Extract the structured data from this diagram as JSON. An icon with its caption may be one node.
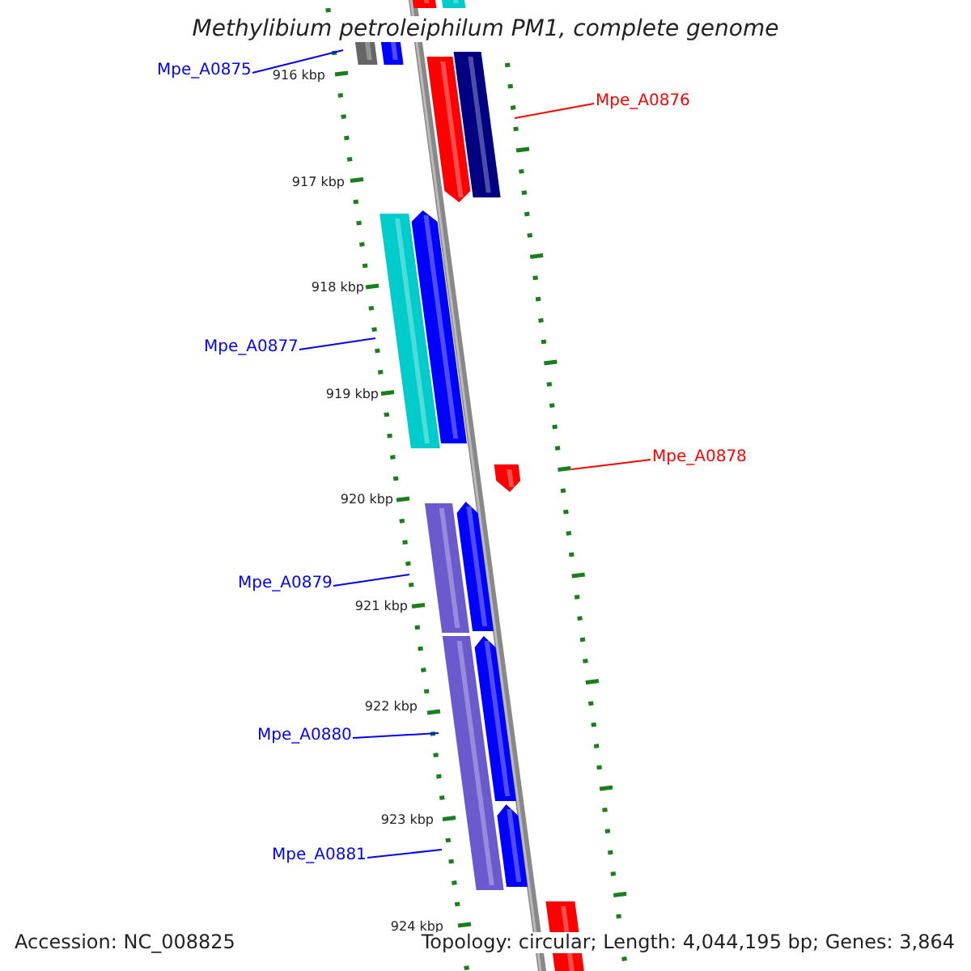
{
  "diagram": {
    "title": "Methylibium petroleiphilum PM1, complete genome",
    "nodes": [
      {
        "text": [
          "Mpe_A0875"
        ]
      },
      {
        "text": [
          "Mpe_A0876"
        ]
      },
      {
        "text": [
          "Mpe_A0877"
        ]
      },
      {
        "text": [
          "Mpe_A0878"
        ]
      },
      {
        "text": [
          "Mpe_A0879"
        ]
      },
      {
        "text": [
          "Mpe_A0880"
        ]
      },
      {
        "text": [
          "Mpe_A0881"
        ]
      }
    ],
    "edges": [
      {
        "from": 0,
        "to": null,
        "arrow": "none"
      },
      {
        "from": 1,
        "to": null,
        "arrow": "none",
        "color": "#ff0000"
      },
      {
        "from": 2,
        "to": null,
        "arrow": "none"
      },
      {
        "from": 3,
        "to": null,
        "arrow": "none",
        "color": "#ff0000"
      },
      {
        "from": 4,
        "to": null,
        "arrow": "none"
      },
      {
        "from": 5,
        "to": null,
        "arrow": "none"
      },
      {
        "from": 6,
        "to": null,
        "arrow": "none"
      }
    ],
    "labels": [
      "916 kbp",
      "917 kbp",
      "918 kbp",
      "919 kbp",
      "920 kbp",
      "921 kbp",
      "922 kbp",
      "923 kbp",
      "924 kbp",
      "Accession: NC_008825",
      "Topology: circular; Length: 4,044,195 bp; Genes: 3,864"
    ]
  }
}
